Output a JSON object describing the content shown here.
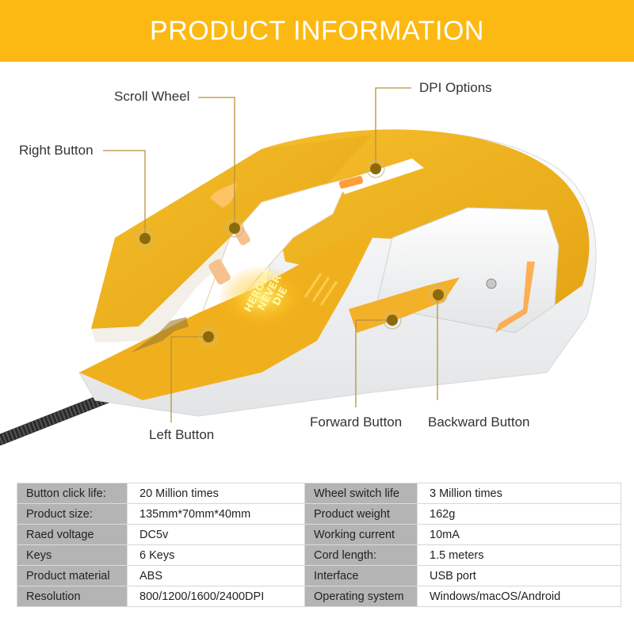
{
  "header": {
    "title": "PRODUCT INFORMATION",
    "bg_color": "#fdb913"
  },
  "product_image": {
    "description": "Yellow and white gaming mouse with braided cable",
    "logo_text": [
      "HEROES",
      "NEVER",
      "DIE"
    ],
    "body_color": "#f2b31c",
    "accent_color": "#ffffff",
    "callout_color": "#b8913c",
    "callouts": [
      {
        "id": "scroll-wheel",
        "label": "Scroll Wheel"
      },
      {
        "id": "right-button",
        "label": "Right Button"
      },
      {
        "id": "dpi-options",
        "label": "DPI Options"
      },
      {
        "id": "left-button",
        "label": "Left Button"
      },
      {
        "id": "forward-button",
        "label": "Forward Button"
      },
      {
        "id": "backward-button",
        "label": "Backward Button"
      }
    ]
  },
  "specs": {
    "rows": [
      {
        "label1": "Button click life:",
        "value1": "20 Million times",
        "label2": "Wheel switch life",
        "value2": "3 Million times"
      },
      {
        "label1": "Product size:",
        "value1": "135mm*70mm*40mm",
        "label2": "Product weight",
        "value2": "162g"
      },
      {
        "label1": "Raed voltage",
        "value1": "DC5v",
        "label2": "Working current",
        "value2": "10mA"
      },
      {
        "label1": "Keys",
        "value1": "6 Keys",
        "label2": "Cord length:",
        "value2": "1.5 meters"
      },
      {
        "label1": "Product material",
        "value1": "ABS",
        "label2": "Interface",
        "value2": "USB port"
      },
      {
        "label1": "Resolution",
        "value1": "800/1200/1600/2400DPI",
        "label2": "Operating system",
        "value2": "Windows/macOS/Android"
      }
    ]
  }
}
